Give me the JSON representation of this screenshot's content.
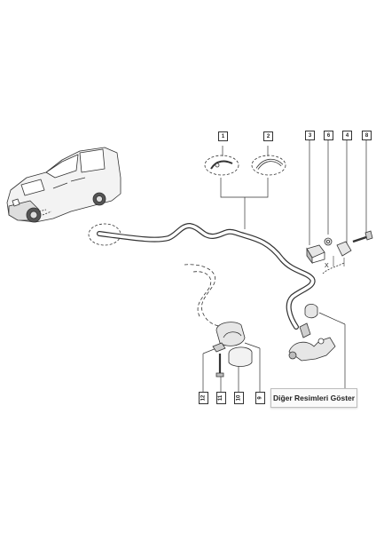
{
  "callouts": {
    "c1": "1",
    "c2": "2",
    "c3": "3",
    "c6": "6",
    "c4": "4",
    "c8": "8",
    "c12": "12",
    "c11": "11",
    "c10": "10",
    "c9": "9"
  },
  "dimension_label": "X",
  "more_button_label": "Diğer Resimleri Göster",
  "colors": {
    "line": "#333333",
    "part_fill": "#e6e6e6",
    "van_fill": "#f2f2f2"
  }
}
